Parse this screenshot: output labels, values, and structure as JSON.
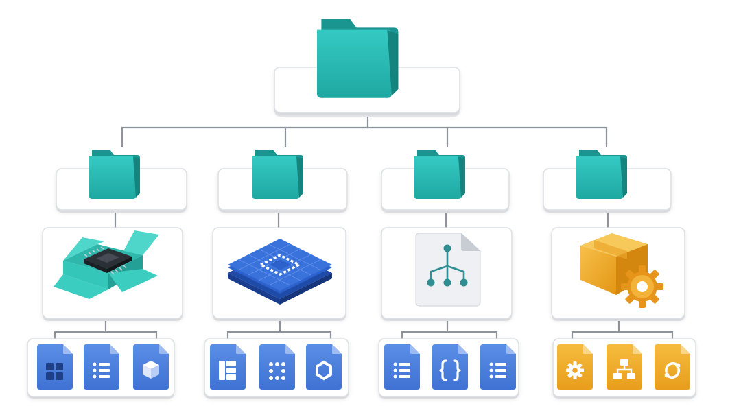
{
  "diagram": {
    "type": "folder-hierarchy",
    "levels": [
      "root-folder",
      "sub-folders",
      "category-cards",
      "file-groups"
    ],
    "colors": {
      "folder_teal": "#27b8b3",
      "folder_teal_dark": "#1a9590",
      "file_blue": "#4a7fdc",
      "file_blue_dark": "#3563bf",
      "file_orange": "#f1ac2b",
      "file_orange_dark": "#cf8a12",
      "chip_box": "#3cc9bd",
      "blueprint": "#2b5bc3",
      "connector": "#8f949c",
      "platform": "#ffffff"
    },
    "root": {
      "icon": "folder-icon"
    },
    "branches": [
      {
        "folder_icon": "folder-icon",
        "card_icon": "chip-in-box-icon",
        "files": [
          {
            "icon": "grid-document-icon",
            "color": "blue"
          },
          {
            "icon": "list-document-icon",
            "color": "blue"
          },
          {
            "icon": "cube-document-icon",
            "color": "blue"
          }
        ]
      },
      {
        "folder_icon": "folder-icon",
        "card_icon": "blueprint-board-icon",
        "files": [
          {
            "icon": "blocks-document-icon",
            "color": "blue"
          },
          {
            "icon": "dots-document-icon",
            "color": "blue"
          },
          {
            "icon": "hexagon-document-icon",
            "color": "blue"
          }
        ]
      },
      {
        "folder_icon": "folder-icon",
        "card_icon": "tree-document-icon",
        "files": [
          {
            "icon": "list-document-icon",
            "color": "blue"
          },
          {
            "icon": "code-braces-document-icon",
            "color": "blue"
          },
          {
            "icon": "list-document-icon",
            "color": "blue"
          }
        ]
      },
      {
        "folder_icon": "folder-icon",
        "card_icon": "package-gear-icon",
        "files": [
          {
            "icon": "gear-document-icon",
            "color": "orange"
          },
          {
            "icon": "flow-document-icon",
            "color": "orange"
          },
          {
            "icon": "cycle-document-icon",
            "color": "orange"
          }
        ]
      }
    ]
  }
}
